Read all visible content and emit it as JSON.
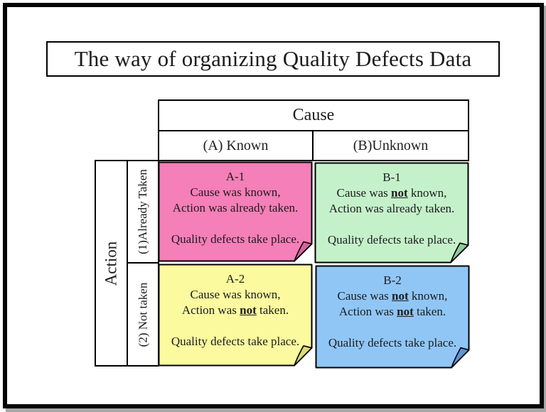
{
  "title": "The way of organizing Quality Defects Data",
  "header_table": {
    "cause": "Cause",
    "columns": [
      "(A) Known",
      "(B)Unknown"
    ]
  },
  "side_table": {
    "action": "Action",
    "rows": [
      "(1)Already Taken",
      "(2) Not taken"
    ]
  },
  "colors": {
    "frame": "#050505",
    "window_shadow": "#a8a8a8"
  },
  "cells": [
    {
      "id": "A-1",
      "fill": "#f57fb8",
      "fold": "#d5639e",
      "lines": [
        [
          {
            "t": "A-1"
          }
        ],
        [
          {
            "t": "Cause was known,"
          }
        ],
        [
          {
            "t": "Action was already taken."
          }
        ],
        [],
        [
          {
            "t": "Quality defects take place."
          }
        ]
      ]
    },
    {
      "id": "B-1",
      "fill": "#c5f1ca",
      "fold": "#92c99d",
      "lines": [
        [
          {
            "t": "B-1"
          }
        ],
        [
          {
            "t": "Cause was "
          },
          {
            "t": "not",
            "em": true
          },
          {
            "t": " known,"
          }
        ],
        [
          {
            "t": "Action was already taken."
          }
        ],
        [],
        [
          {
            "t": "Quality defects take place."
          }
        ]
      ]
    },
    {
      "id": "A-2",
      "fill": "#fbfa9f",
      "fold": "#dadc79",
      "lines": [
        [
          {
            "t": "A-2"
          }
        ],
        [
          {
            "t": "Cause was known,"
          }
        ],
        [
          {
            "t": "Action was "
          },
          {
            "t": "not",
            "em": true
          },
          {
            "t": " taken."
          }
        ],
        [],
        [
          {
            "t": "Quality defects take place."
          }
        ]
      ]
    },
    {
      "id": "B-2",
      "fill": "#90c6f6",
      "fold": "#6095d2",
      "lines": [
        [
          {
            "t": "B-2"
          }
        ],
        [
          {
            "t": "Cause was "
          },
          {
            "t": "not",
            "em": true
          },
          {
            "t": " known,"
          }
        ],
        [
          {
            "t": "Action was "
          },
          {
            "t": "not",
            "em": true
          },
          {
            "t": " taken."
          }
        ],
        [],
        [
          {
            "t": "Quality defects take place."
          }
        ]
      ]
    }
  ]
}
